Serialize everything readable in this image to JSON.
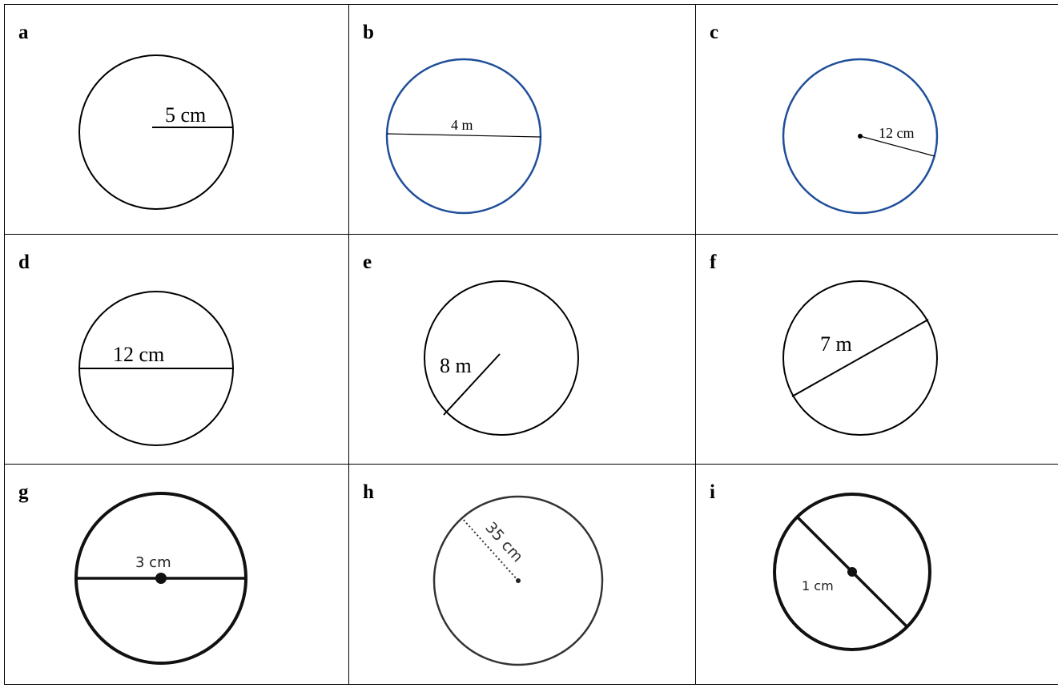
{
  "cells": [
    {
      "letter": "a",
      "measure": "5 cm",
      "kind": "radius",
      "stroke": "#000000"
    },
    {
      "letter": "b",
      "measure": "4 m",
      "kind": "diameter",
      "stroke": "#1f4e9a"
    },
    {
      "letter": "c",
      "measure": "12 cm",
      "kind": "radius",
      "stroke": "#1f4e9a"
    },
    {
      "letter": "d",
      "measure": "12 cm",
      "kind": "diameter",
      "stroke": "#000000"
    },
    {
      "letter": "e",
      "measure": "8 m",
      "kind": "radius",
      "stroke": "#000000"
    },
    {
      "letter": "f",
      "measure": "7 m",
      "kind": "diameter",
      "stroke": "#000000"
    },
    {
      "letter": "g",
      "measure": "3 cm",
      "kind": "diameter",
      "stroke": "#111111"
    },
    {
      "letter": "h",
      "measure": "35 cm",
      "kind": "radius",
      "stroke": "#333333"
    },
    {
      "letter": "i",
      "measure": "1 cm",
      "kind": "diameter",
      "stroke": "#111111"
    }
  ]
}
